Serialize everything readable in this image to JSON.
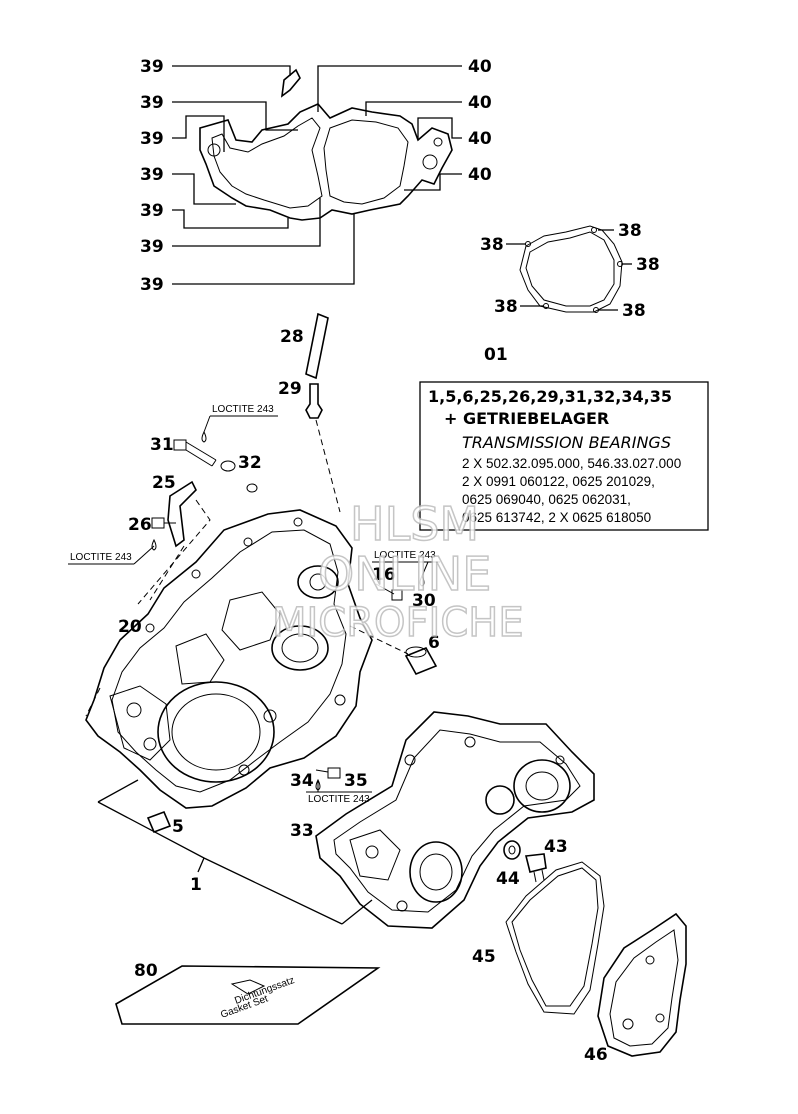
{
  "callouts": {
    "c39a": "39",
    "c39b": "39",
    "c39c": "39",
    "c39d": "39",
    "c39e": "39",
    "c39f": "39",
    "c39g": "39",
    "c40a": "40",
    "c40b": "40",
    "c40c": "40",
    "c40d": "40",
    "c38a": "38",
    "c38b": "38",
    "c38c": "38",
    "c38d": "38",
    "c38e": "38",
    "c28": "28",
    "c29": "29",
    "c01": "01",
    "c31": "31",
    "c32": "32",
    "c25": "25",
    "c26": "26",
    "c20": "20",
    "c16": "16",
    "c30": "30",
    "c6": "6",
    "c34": "34",
    "c35": "35",
    "c5": "5",
    "c33": "33",
    "c43": "43",
    "c44": "44",
    "c1": "1",
    "c45": "45",
    "c80": "80",
    "c46": "46"
  },
  "loctite": {
    "l1": "LOCTITE 243",
    "l2": "LOCTITE 243",
    "l3": "LOCTITE 243",
    "l4": "LOCTITE 243"
  },
  "kit_box": {
    "line1": "1,5,6,25,26,29,31,32,34,35",
    "line2": "+ GETRIEBELAGER",
    "line3": "TRANSMISSION BEARINGS",
    "line4": "2 X 502.32.095.000, 546.33.027.000",
    "line5": "2 X 0991 060122, 0625 201029,",
    "line6": "0625 069040, 0625 062031,",
    "line7": "0625 613742, 2 X 0625 618050"
  },
  "watermark": {
    "line1": "HLSM",
    "line2": "ONLINE",
    "line3": "MICROFICHE"
  },
  "package": {
    "line1": "Dichtungssatz",
    "line2": "Gasket Set"
  }
}
